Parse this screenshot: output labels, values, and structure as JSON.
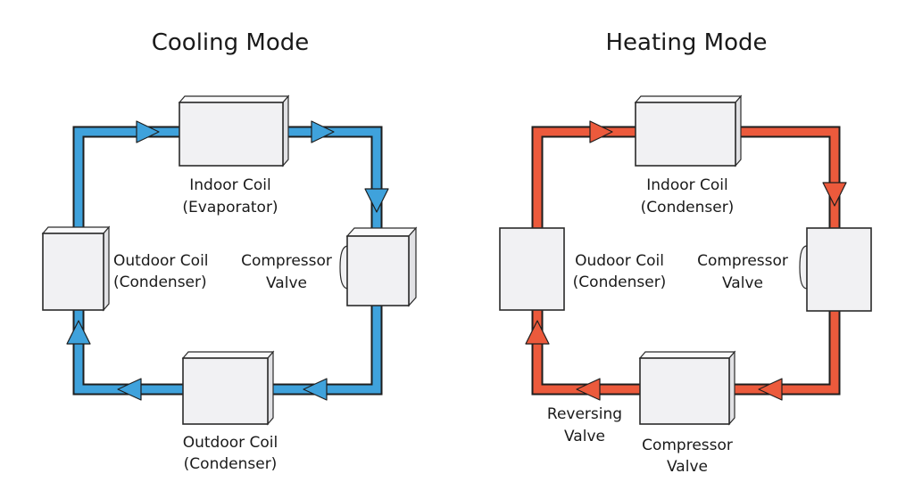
{
  "cooling": {
    "title": "Cooling Mode",
    "pipe_color": "#3fa2dc",
    "indoor_coil": {
      "line1": "Indoor Coil",
      "line2": "(Evaporator)"
    },
    "compressor": {
      "line1": "Compressor",
      "line2": "Valve"
    },
    "outdoor_coil_left": {
      "line1": "Outdoor Coil",
      "line2": "(Condenser)"
    },
    "outdoor_coil_bottom": {
      "line1": "Outdoor Coil",
      "line2": "(Condenser)"
    }
  },
  "heating": {
    "title": "Heating Mode",
    "pipe_color": "#ec5a3c",
    "indoor_coil": {
      "line1": "Indoor Coil",
      "line2": "(Condenser)"
    },
    "compressor_right": {
      "line1": "Compressor",
      "line2": "Valve"
    },
    "outdoor_coil_left": {
      "line1": "Oudoor Coil",
      "line2": "(Condenser)"
    },
    "reversing_valve": {
      "line1": "Reversing",
      "line2": "Valve"
    },
    "compressor_bottom": {
      "line1": "Compressor",
      "line2": "Valve"
    }
  },
  "component_color": "#f1f1f3"
}
